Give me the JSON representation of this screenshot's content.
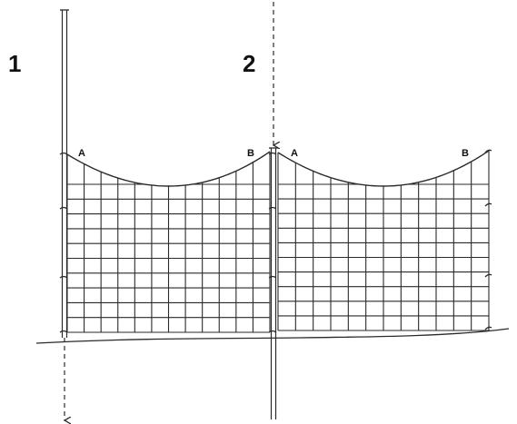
{
  "step_labels": {
    "step_1": "1",
    "step_2": "2"
  },
  "left_panel": {
    "corner_a": "A",
    "corner_b": "B"
  },
  "right_panel": {
    "corner_a": "A",
    "corner_b": "B"
  },
  "colors": {
    "line": "#2a2a2a",
    "background": "#ffffff"
  }
}
